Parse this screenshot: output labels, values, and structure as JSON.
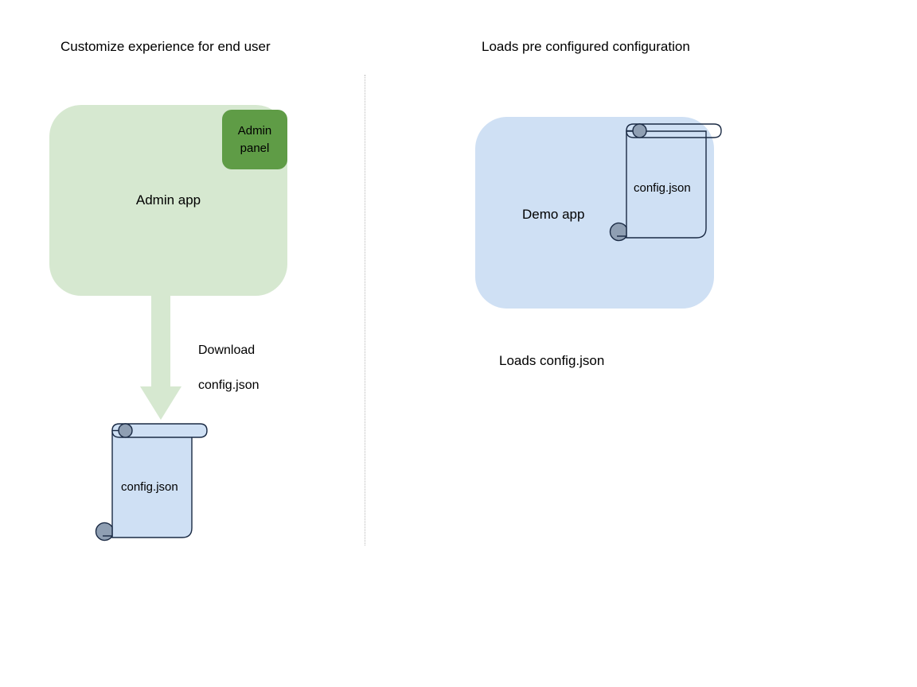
{
  "diagram": {
    "background_color": "#ffffff",
    "divider": {
      "name": "vertical-dotted-divider",
      "color": "#b8b8b8",
      "style": "dotted"
    },
    "left_panel": {
      "title": "Customize experience for end user",
      "app_box": {
        "label": "Admin app",
        "fill": "#d6e8d0"
      },
      "admin_panel": {
        "label": "Admin panel",
        "line1": "Admin",
        "line2": "panel",
        "fill": "#5f9c46"
      },
      "arrow": {
        "label": "Download\nconfig.json",
        "label_line1": "Download",
        "label_line2": "config.json",
        "fill": "#d6e8d0",
        "direction": "down"
      },
      "document": {
        "label": "config.json",
        "fill": "#cfe0f4",
        "stroke": "#1a2a44",
        "roll_fill": "#8f9fb3"
      }
    },
    "right_panel": {
      "title": "Loads pre configured configuration",
      "app_box": {
        "label": "Demo app",
        "fill": "#cfe0f4"
      },
      "document": {
        "label": "config.json",
        "fill": "transparent",
        "stroke": "#1a2a44",
        "roll_fill": "#8f9fb3"
      },
      "caption": "Loads config.json"
    }
  }
}
